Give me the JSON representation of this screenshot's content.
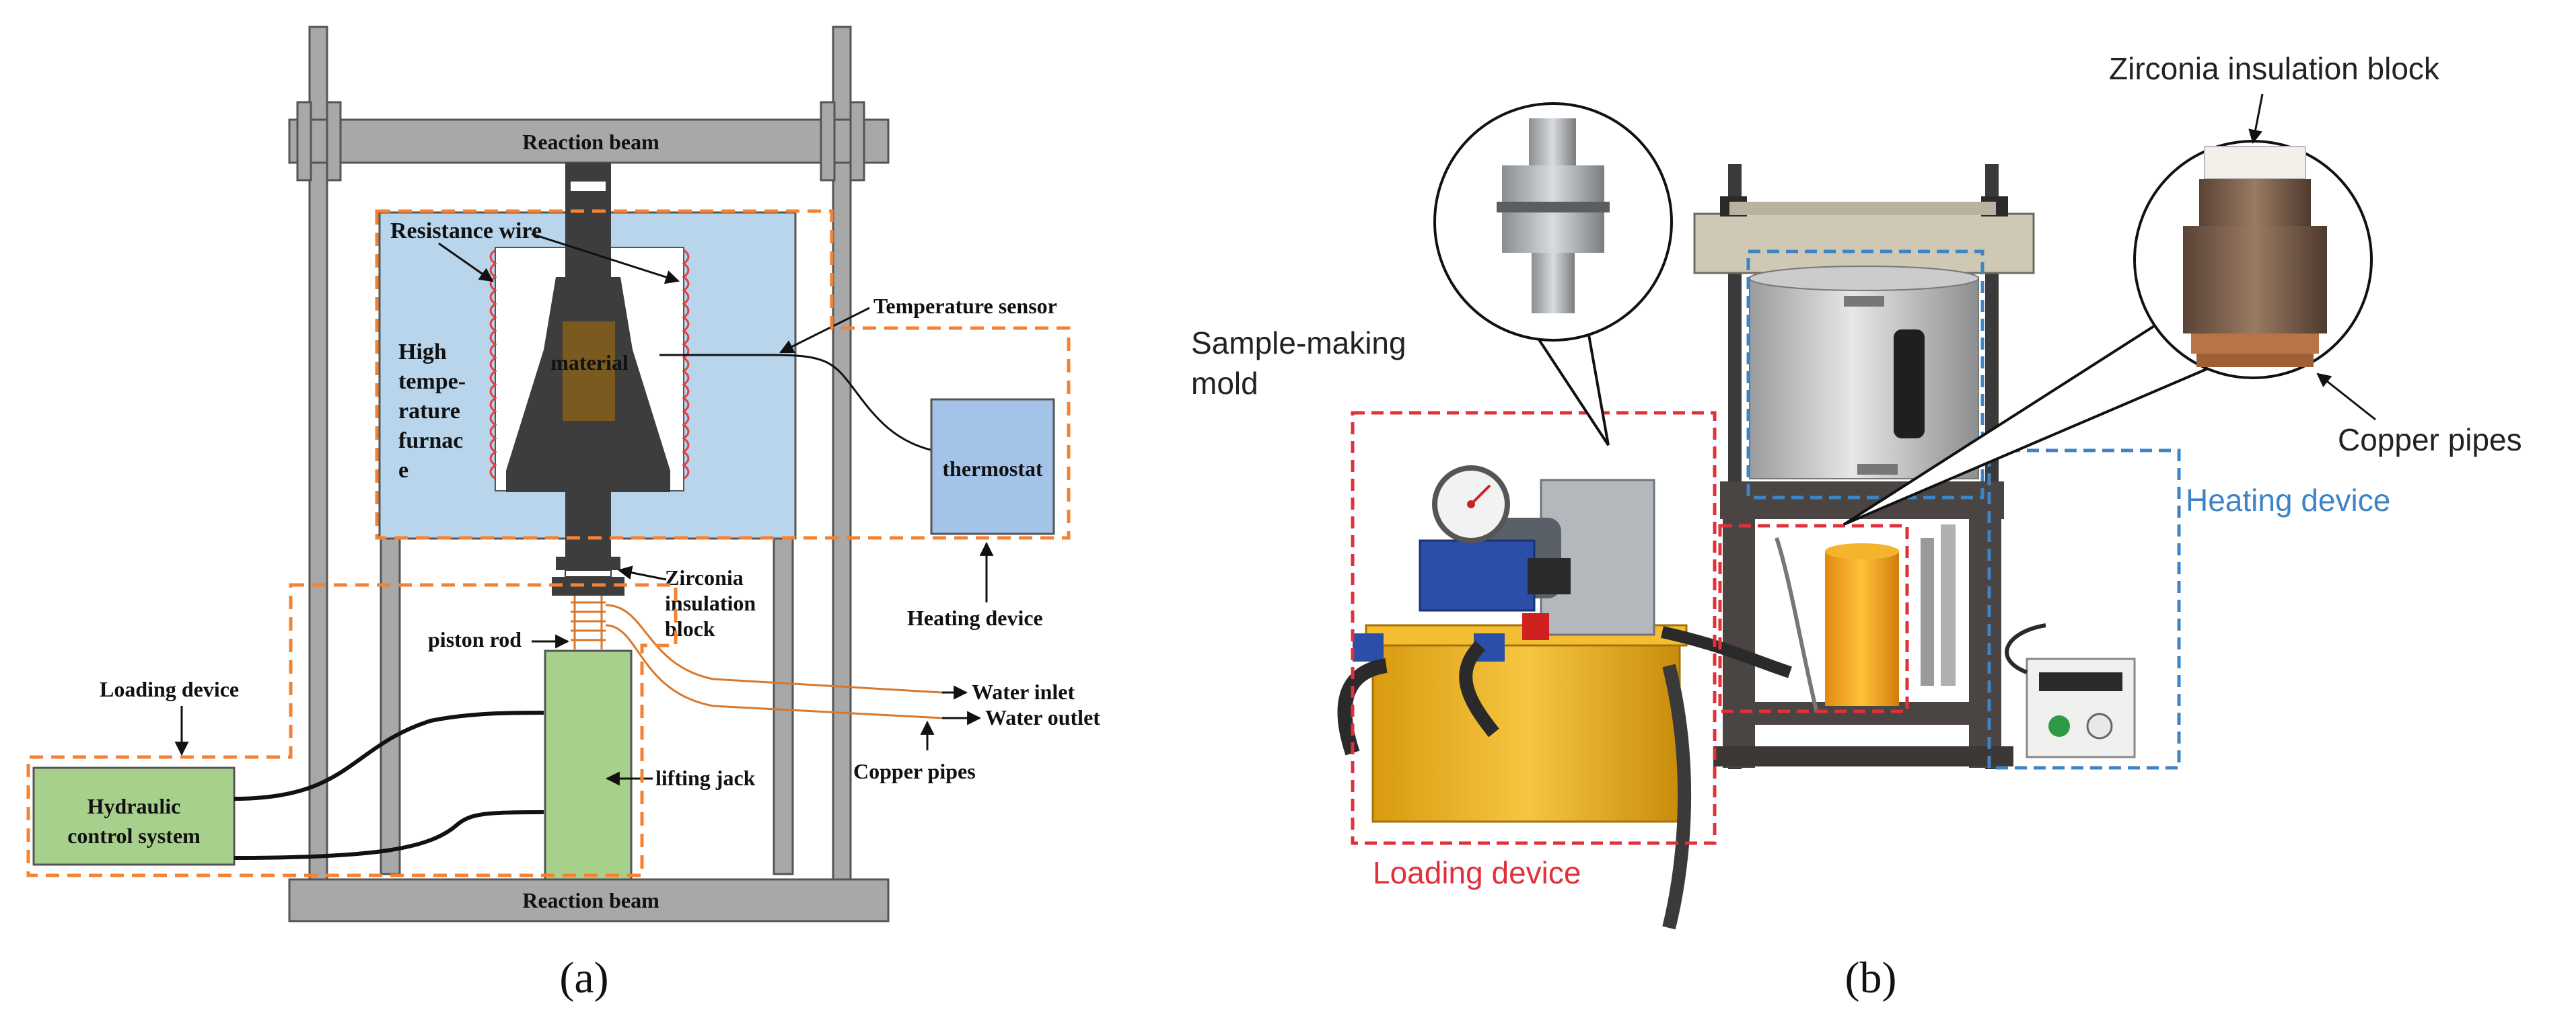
{
  "panel_a": {
    "caption": "(a)",
    "labels": {
      "reaction_beam_top": "Reaction beam",
      "reaction_beam_bottom": "Reaction beam",
      "resistance_wire": "Resistance wire",
      "temperature_sensor": "Temperature sensor",
      "furnace": [
        "High",
        "tempe-",
        "rature",
        "furnac",
        "e"
      ],
      "material": "material",
      "thermostat": "thermostat",
      "heating_device": "Heating device",
      "zirconia_block": [
        "Zirconia",
        "insulation",
        "block"
      ],
      "piston_rod": "piston rod",
      "loading_device": "Loading device",
      "hydraulic": [
        "Hydraulic",
        "control system"
      ],
      "lifting_jack": "lifting jack",
      "water_inlet": "Water inlet",
      "water_outlet": "Water outlet",
      "copper_pipes": "Copper pipes"
    }
  },
  "panel_b": {
    "caption": "(b)",
    "labels": {
      "zirconia_block": "Zirconia insulation block",
      "sample_mold": [
        "Sample-making",
        "mold"
      ],
      "copper_pipes": "Copper pipes",
      "heating_device": "Heating device",
      "loading_device": "Loading device"
    }
  },
  "colors": {
    "dashed_orange": "#f58233",
    "furnace_blue": "#b8d5ec",
    "thermostat_blue": "#a3c4e8",
    "green_box": "#a8d08d",
    "steel_dark": "#3d3d3d",
    "material_brown": "#7a5a1e",
    "wire_red": "#e04040",
    "pipe_orange": "#d9772a",
    "frame_gray": "#a8a8a8",
    "photo_red": "#e0303a",
    "photo_blue": "#3e84c5",
    "pump_yellow": "#f2b322"
  }
}
